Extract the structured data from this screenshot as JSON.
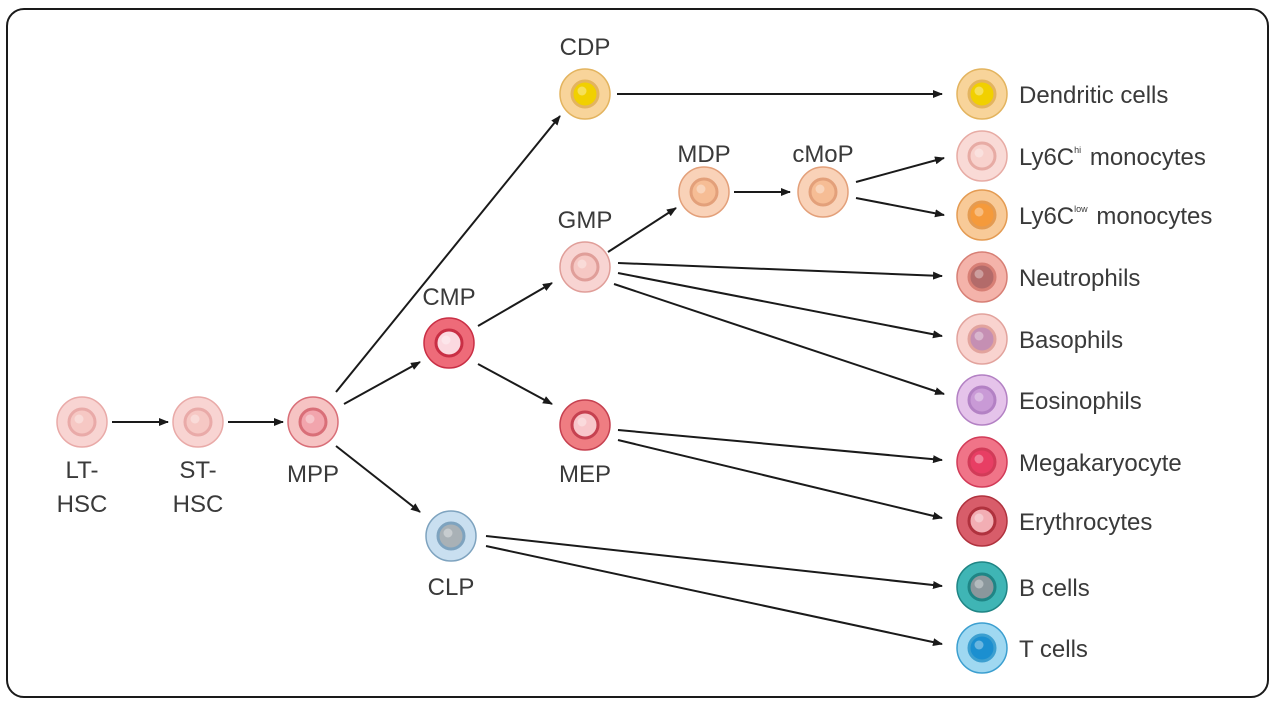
{
  "progenitors": {
    "lt_hsc": {
      "line1": "LT-",
      "line2": "HSC"
    },
    "st_hsc": {
      "line1": "ST-",
      "line2": "HSC"
    },
    "mpp": "MPP",
    "cmp": "CMP",
    "cdp": "CDP",
    "gmp": "GMP",
    "mep": "MEP",
    "mdp": "MDP",
    "cmop": "cMoP",
    "clp": "CLP"
  },
  "outputs": {
    "dendritic": "Dendritic cells",
    "ly6c_hi": {
      "base": "Ly6C",
      "sup": "hi",
      "rest": " monocytes"
    },
    "ly6c_low": {
      "base": "Ly6C",
      "sup": "low",
      "rest": " monocytes"
    },
    "neutrophils": "Neutrophils",
    "basophils": "Basophils",
    "eosinophils": "Eosinophils",
    "megakaryocyte": "Megakaryocyte",
    "erythrocytes": "Erythrocytes",
    "b_cells": "B cells",
    "t_cells": "T cells"
  },
  "cell_colors": {
    "lt_hsc": {
      "outer": "#f8d4d2",
      "ring": "#e9aaa8",
      "inner": "#f6c8c4"
    },
    "st_hsc": {
      "outer": "#f8d4d2",
      "ring": "#e9aaa8",
      "inner": "#f6c8c4"
    },
    "mpp": {
      "outer": "#f6c3c3",
      "ring": "#d96f78",
      "inner": "#f2a5ad"
    },
    "cmp": {
      "outer": "#ee6b79",
      "ring": "#c92f45",
      "inner": "#fbd9e0"
    },
    "cdp": {
      "outer": "#f8d49a",
      "ring": "#e3b45f",
      "inner": "#f1d000"
    },
    "gmp": {
      "outer": "#f8d4d2",
      "ring": "#e09e99",
      "inner": "#f6c8c4"
    },
    "mep": {
      "outer": "#ef7d82",
      "ring": "#c64150",
      "inner": "#f8c6ca"
    },
    "mdp": {
      "outer": "#f9d2b8",
      "ring": "#e3a07a",
      "inner": "#f6bd95"
    },
    "cmop": {
      "outer": "#f9d2b8",
      "ring": "#e3a07a",
      "inner": "#f6bd95"
    },
    "clp": {
      "outer": "#c9dff0",
      "ring": "#7ea3bf",
      "inner": "#a9b1b6"
    },
    "dendritic": {
      "outer": "#f8d49a",
      "ring": "#e3b45f",
      "inner": "#f1d000"
    },
    "ly6c_hi": {
      "outer": "#f9dad6",
      "ring": "#e7aba4",
      "inner": "#f8d2cd"
    },
    "ly6c_low": {
      "outer": "#f8ca98",
      "ring": "#e49b52",
      "inner": "#f59a3b"
    },
    "neutrophils": {
      "outer": "#f4b3aa",
      "ring": "#d77f75",
      "inner": "#b36b6a"
    },
    "basophils": {
      "outer": "#f9d3cf",
      "ring": "#e2a39d",
      "inner": "#c58fb3"
    },
    "eosinophils": {
      "outer": "#e5c3ea",
      "ring": "#b381c4",
      "inner": "#c99ad6"
    },
    "megakaryocyte": {
      "outer": "#f07488",
      "ring": "#d23b58",
      "inner": "#e83e64"
    },
    "erythrocytes": {
      "outer": "#d85d6a",
      "ring": "#b0323e",
      "inner": "#f2aeb4"
    },
    "b_cells": {
      "outer": "#3fb5b5",
      "ring": "#1f8585",
      "inner": "#8b979c"
    },
    "t_cells": {
      "outer": "#9fd8f1",
      "ring": "#3c9fd0",
      "inner": "#1b8fd0"
    }
  }
}
